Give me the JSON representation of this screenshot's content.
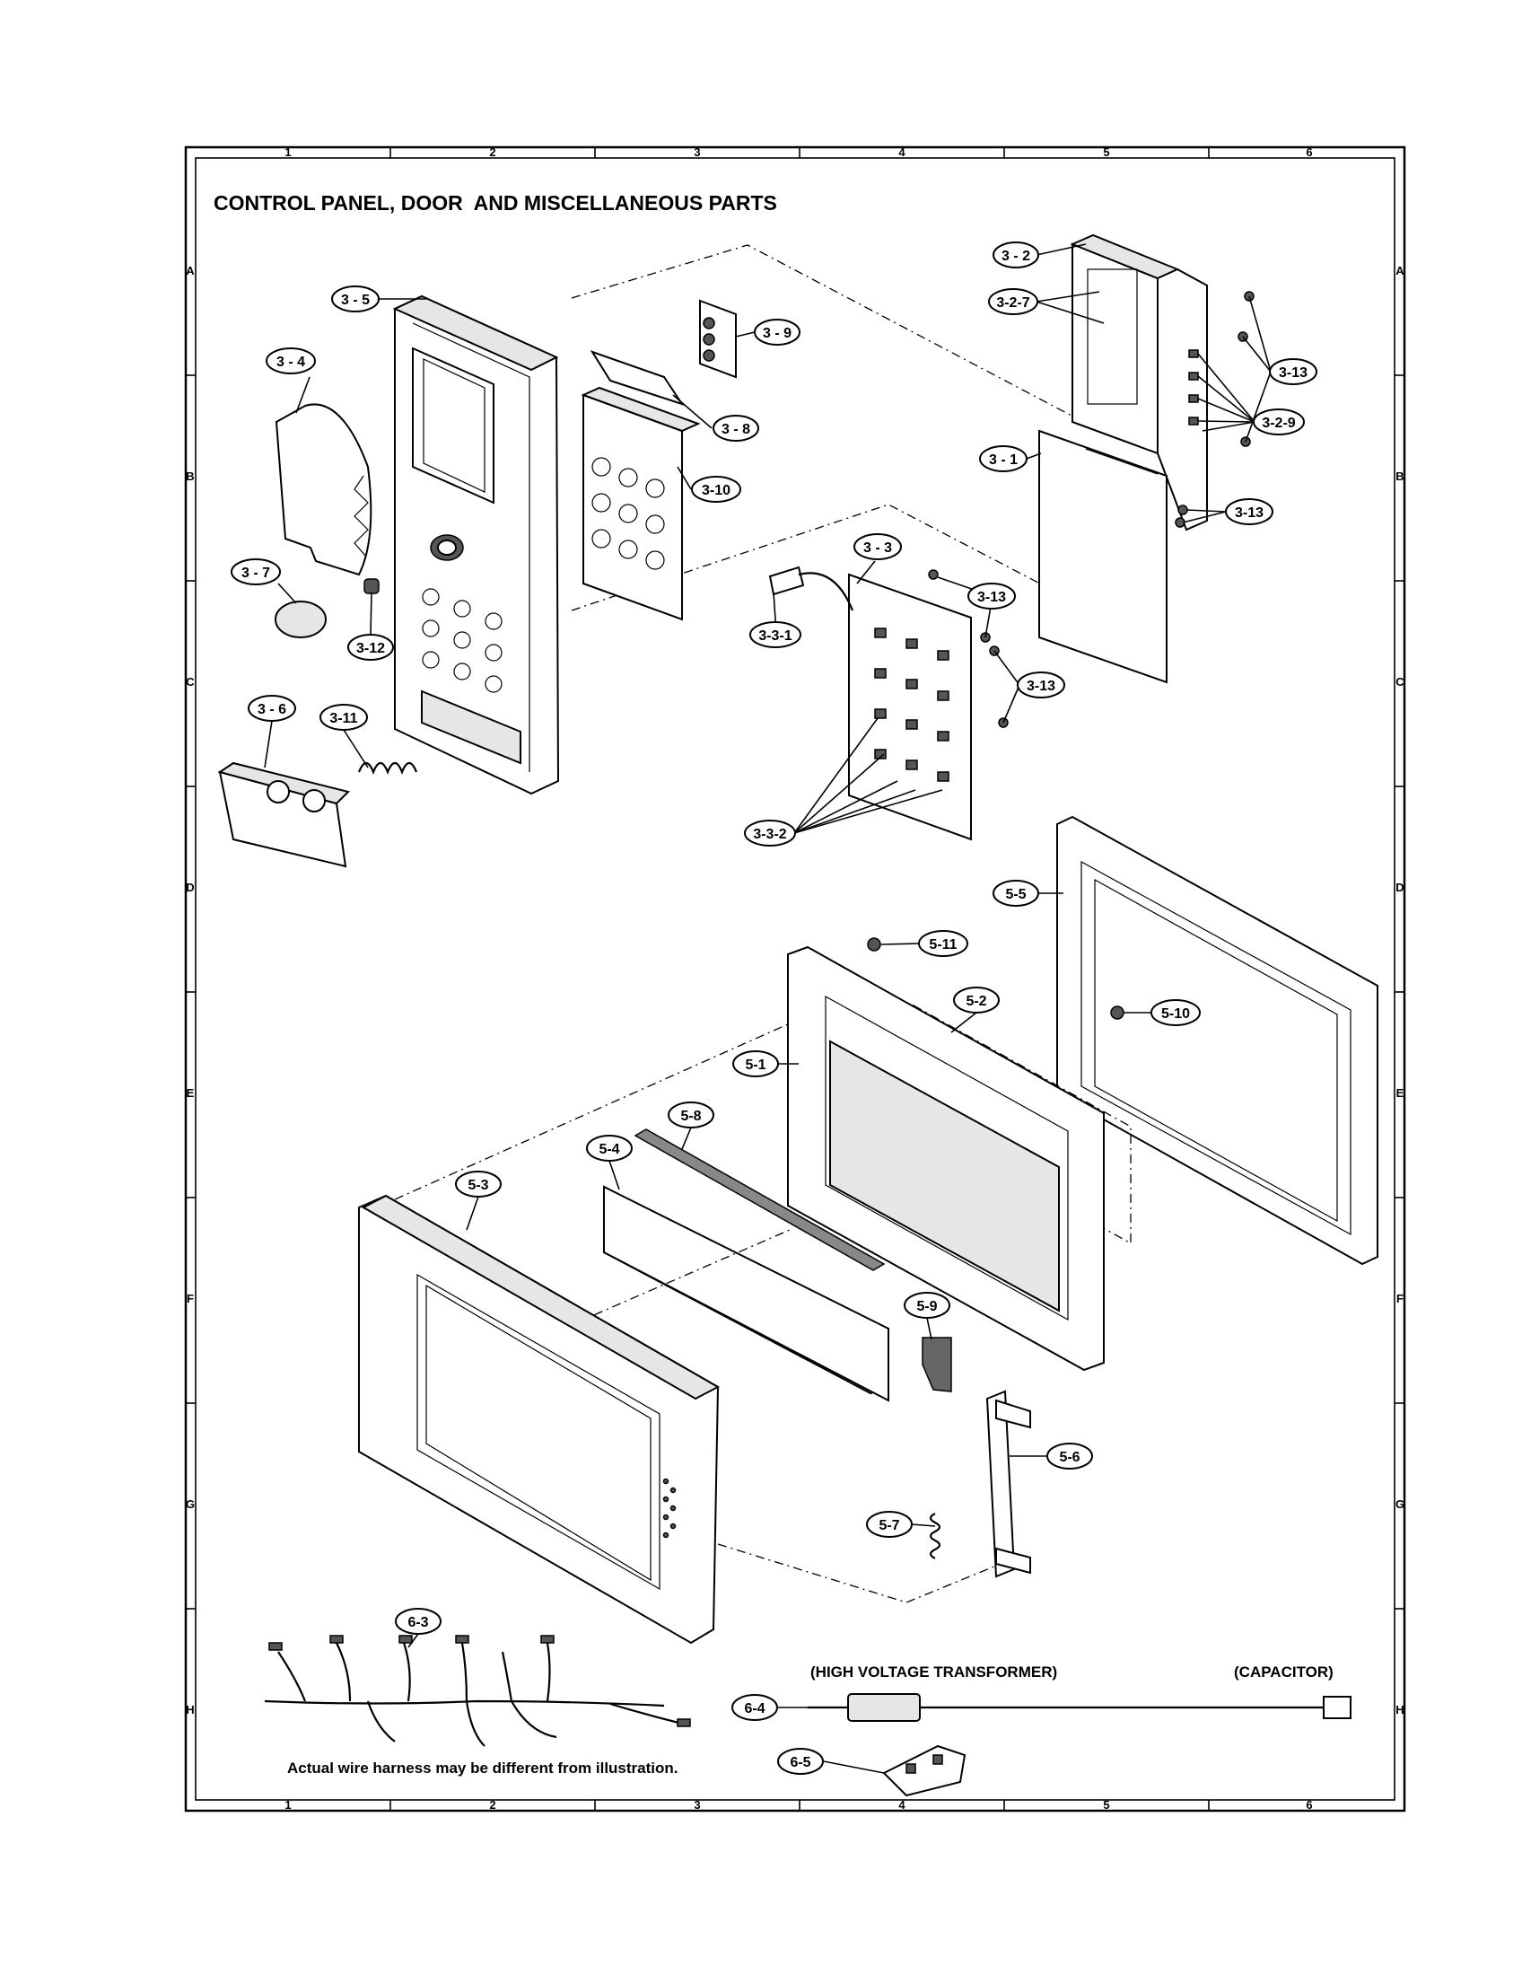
{
  "title": "CONTROL PANEL, DOOR  AND MISCELLANEOUS PARTS",
  "grid": {
    "columns": [
      "1",
      "2",
      "3",
      "4",
      "5",
      "6"
    ],
    "rows": [
      "A",
      "B",
      "C",
      "D",
      "E",
      "F",
      "G",
      "H"
    ]
  },
  "callouts": [
    "3 - 2",
    "3-2-7",
    "3-13",
    "3-2-9",
    "3 - 5",
    "3 - 9",
    "3 - 4",
    "3 - 8",
    "3-10",
    "3 - 1",
    "3-13",
    "3 - 3",
    "3 - 7",
    "3-13",
    "3-3-1",
    "3-12",
    "3-13",
    "3 - 6",
    "3-11",
    "3-3-2",
    "5-5",
    "5-11",
    "5-2",
    "5-10",
    "5-1",
    "5-8",
    "5-4",
    "5-3",
    "5-9",
    "5-6",
    "5-7",
    "6-3",
    "6-4",
    "6-5"
  ],
  "labels": {
    "transformer": "(HIGH VOLTAGE TRANSFORMER)",
    "capacitor": "(CAPACITOR)",
    "harness_note": "Actual wire harness may be different from illustration."
  }
}
